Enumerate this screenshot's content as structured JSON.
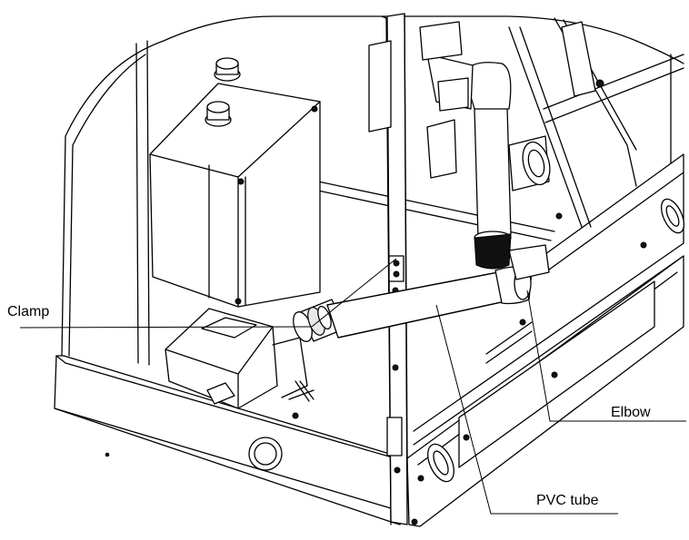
{
  "labels": {
    "clamp": "Clamp",
    "elbow": "Elbow",
    "pvc_tube": "PVC tube"
  }
}
